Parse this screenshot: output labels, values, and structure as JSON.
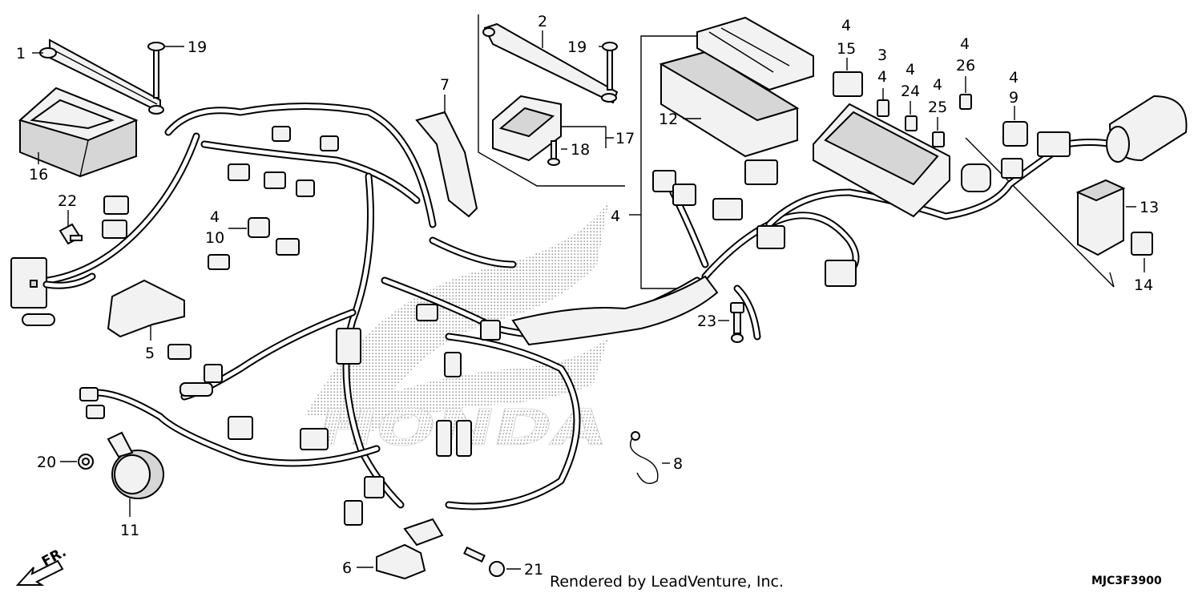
{
  "callouts": [
    {
      "id": "c1",
      "label": "1"
    },
    {
      "id": "c2",
      "label": "2"
    },
    {
      "id": "c3",
      "label": "3"
    },
    {
      "id": "c4a",
      "label": "4"
    },
    {
      "id": "c4b",
      "label": "4"
    },
    {
      "id": "c4c",
      "label": "4"
    },
    {
      "id": "c4d",
      "label": "4"
    },
    {
      "id": "c4e",
      "label": "4"
    },
    {
      "id": "c4f",
      "label": "4"
    },
    {
      "id": "c4g",
      "label": "4"
    },
    {
      "id": "c4h",
      "label": "4"
    },
    {
      "id": "c5",
      "label": "5"
    },
    {
      "id": "c6",
      "label": "6"
    },
    {
      "id": "c7",
      "label": "7"
    },
    {
      "id": "c8",
      "label": "8"
    },
    {
      "id": "c9",
      "label": "9"
    },
    {
      "id": "c10",
      "label": "10"
    },
    {
      "id": "c11",
      "label": "11"
    },
    {
      "id": "c12",
      "label": "12"
    },
    {
      "id": "c13",
      "label": "13"
    },
    {
      "id": "c14",
      "label": "14"
    },
    {
      "id": "c15",
      "label": "15"
    },
    {
      "id": "c16",
      "label": "16"
    },
    {
      "id": "c17",
      "label": "17"
    },
    {
      "id": "c18",
      "label": "18"
    },
    {
      "id": "c19a",
      "label": "19"
    },
    {
      "id": "c19b",
      "label": "19"
    },
    {
      "id": "c20",
      "label": "20"
    },
    {
      "id": "c21",
      "label": "21"
    },
    {
      "id": "c22",
      "label": "22"
    },
    {
      "id": "c23",
      "label": "23"
    },
    {
      "id": "c24",
      "label": "24"
    },
    {
      "id": "c25",
      "label": "25"
    },
    {
      "id": "c26",
      "label": "26"
    }
  ],
  "direction_label": "FR.",
  "watermark_text": "HONDA",
  "credit": "Rendered by LeadVenture, Inc.",
  "diagram_code": "MJC3F3900"
}
